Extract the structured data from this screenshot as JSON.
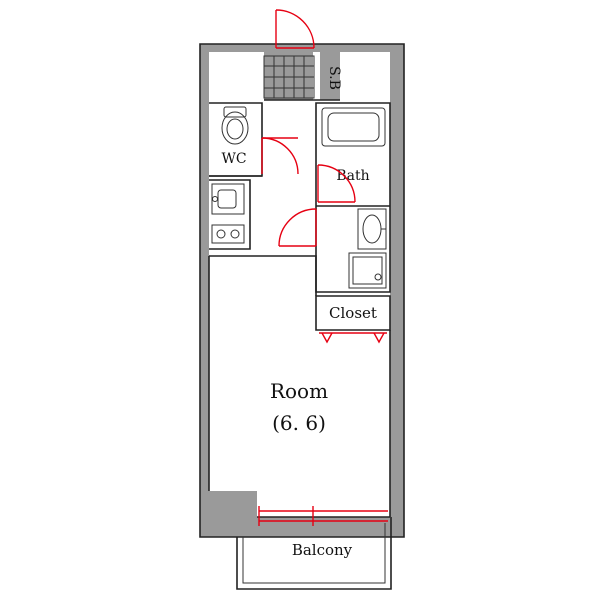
{
  "rooms": {
    "shoe_box": "S.B",
    "wc": "WC",
    "bath": "Bath",
    "closet": "Closet",
    "room": "Room",
    "room_size": "(6. 6)",
    "balcony": "Balcony"
  },
  "colors": {
    "wall": "#9a9a9a",
    "door": "#e60012",
    "line": "#222222"
  }
}
